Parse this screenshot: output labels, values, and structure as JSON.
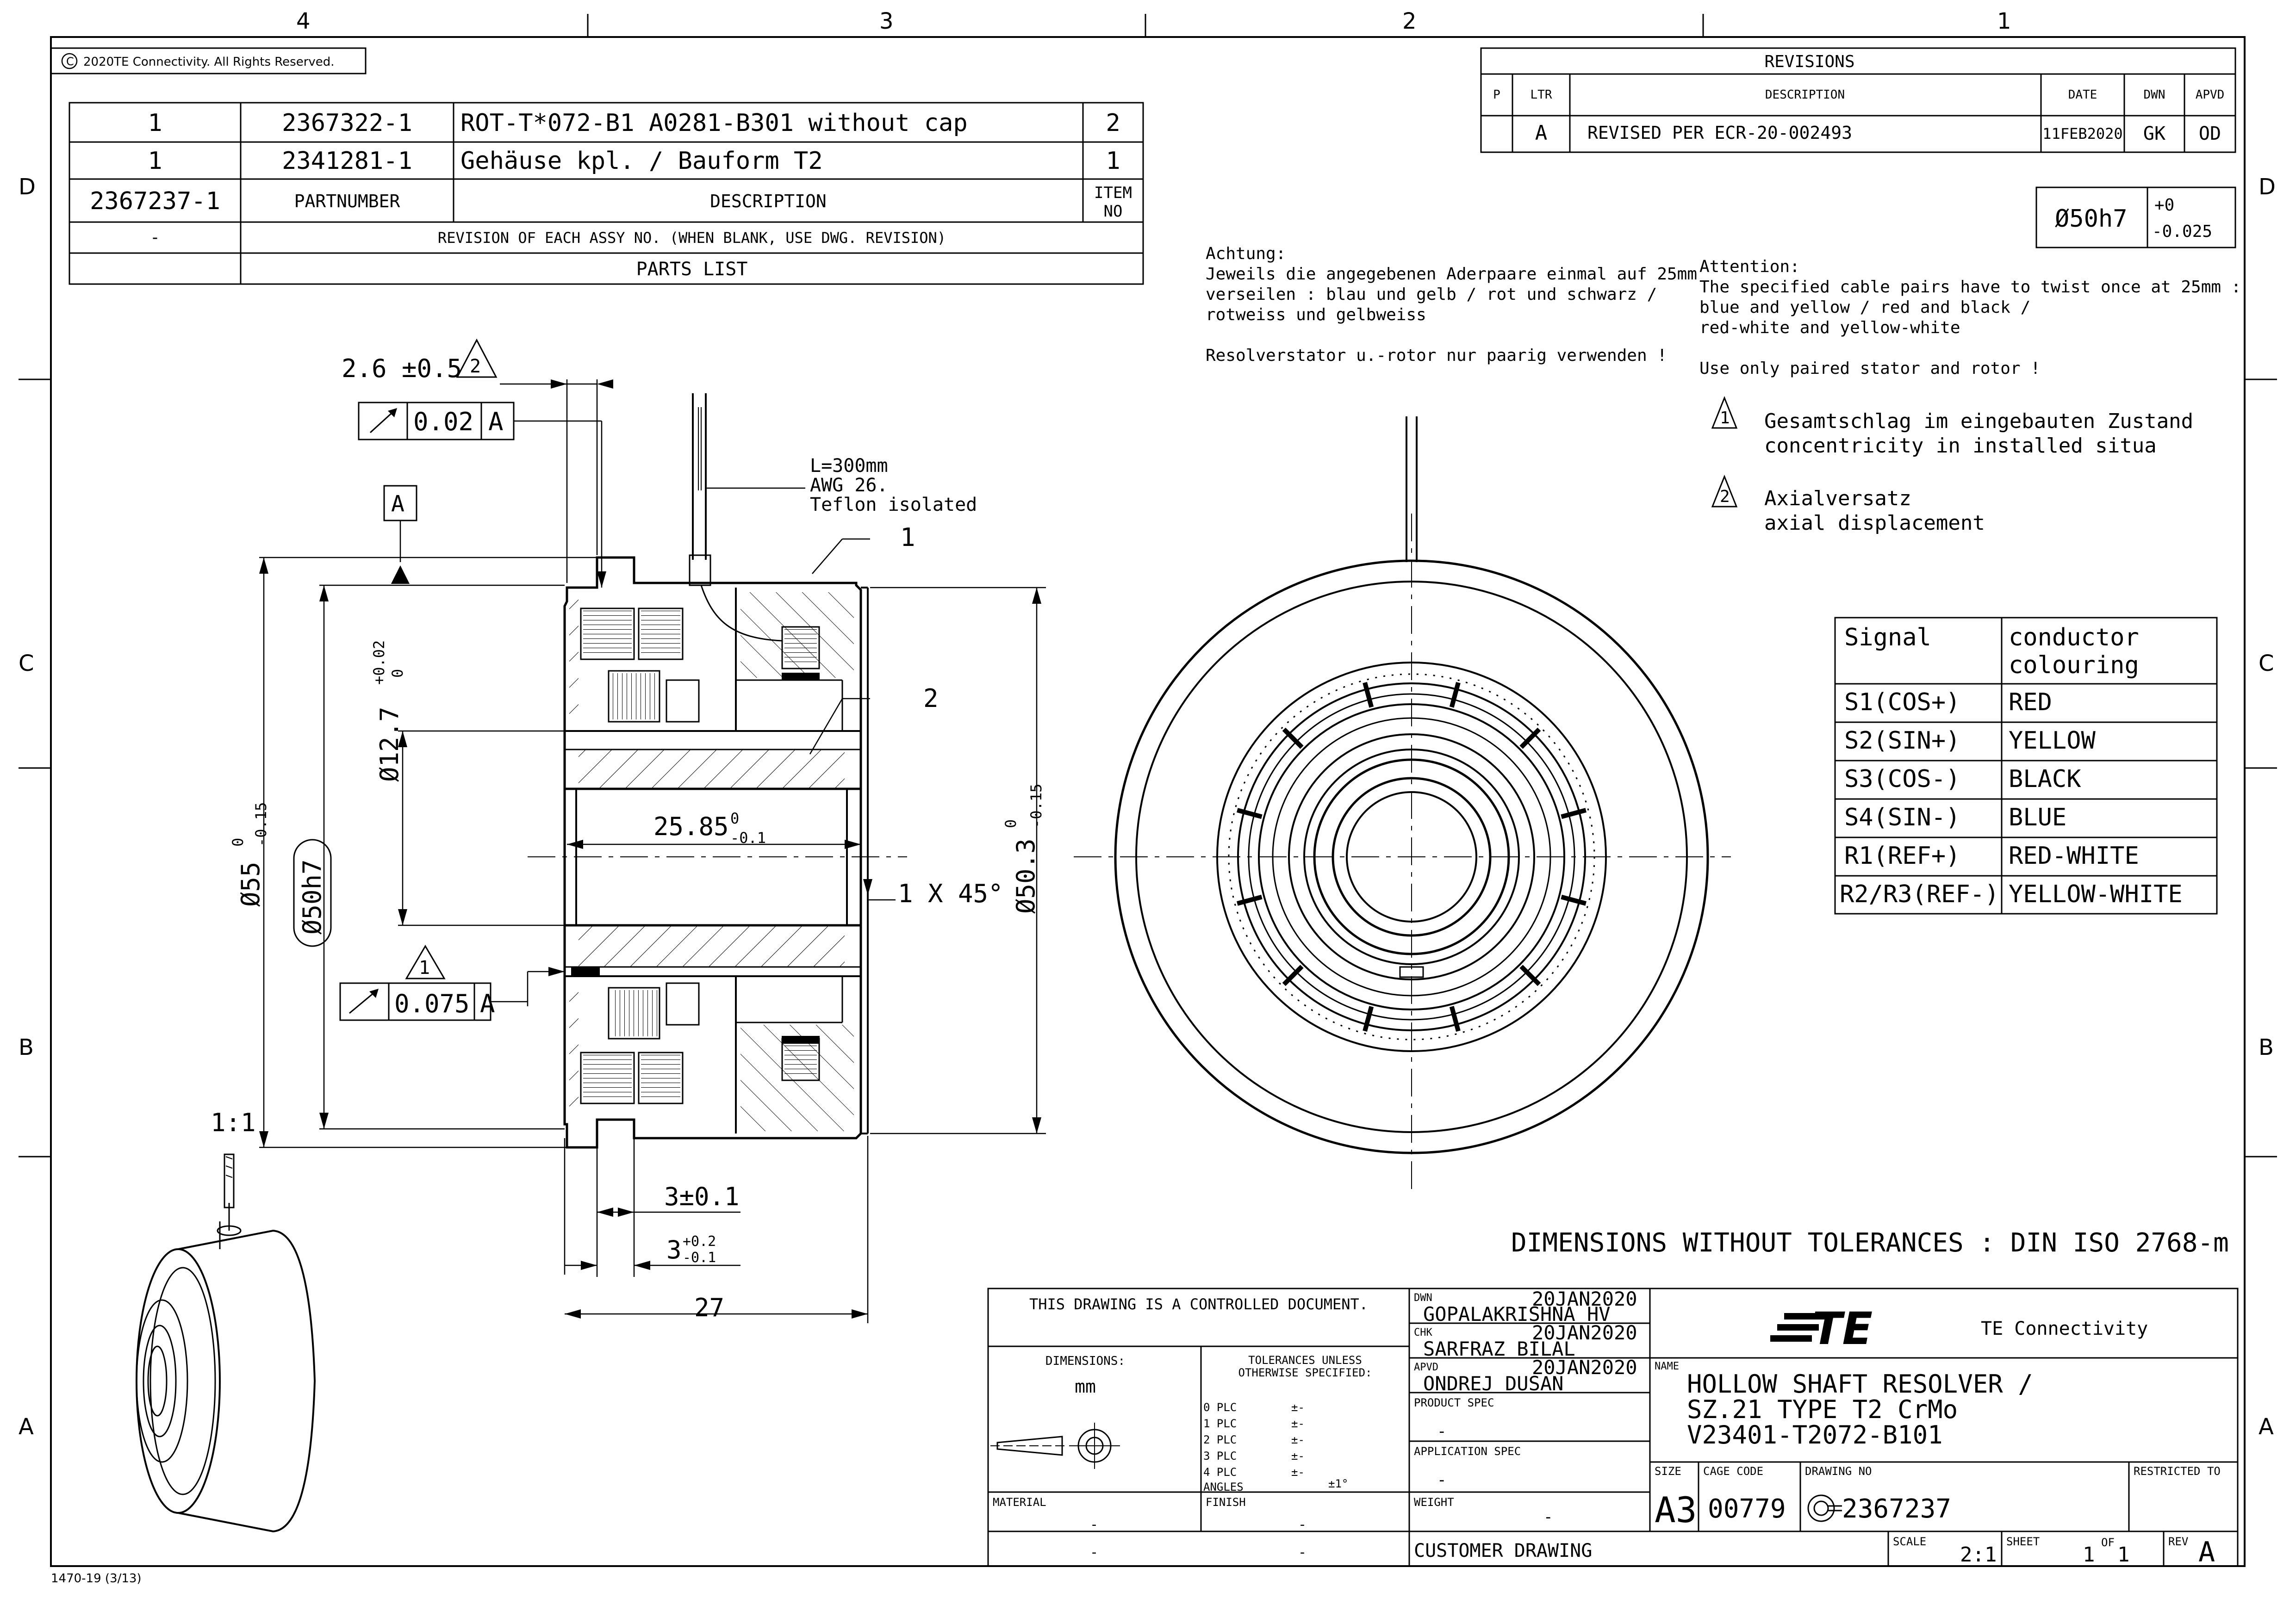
{
  "zones": {
    "columns": [
      "4",
      "3",
      "2",
      "1"
    ],
    "rows": [
      "D",
      "C",
      "B",
      "A"
    ]
  },
  "copyright": "2020TE Connectivity. All Rights Reserved.",
  "form_number": "1470-19 (3/13)",
  "parts_list": {
    "rows": [
      {
        "qty": "1",
        "partnumber": "2367322-1",
        "description": "ROT-T*072-B1 A0281-B301 without cap",
        "item": "2"
      },
      {
        "qty": "1",
        "partnumber": "2341281-1",
        "description": "Gehäuse kpl. / Bauform T2",
        "item": "1"
      }
    ],
    "assy_no": "2367237-1",
    "partnumber_header": "PARTNUMBER",
    "description_header": "DESCRIPTION",
    "item_header": "ITEM NO",
    "rev_dash": "-",
    "rev_note": "REVISION OF EACH ASSY NO. (WHEN BLANK, USE DWG. REVISION)",
    "title": "PARTS LIST"
  },
  "revisions": {
    "title": "REVISIONS",
    "headers": {
      "p": "P",
      "ltr": "LTR",
      "description": "DESCRIPTION",
      "date": "DATE",
      "dwn": "DWN",
      "apvd": "APVD"
    },
    "row": {
      "ltr": "A",
      "description": "REVISED PER ECR-20-002493",
      "date": "11FEB2020",
      "dwn": "GK",
      "apvd": "OD"
    }
  },
  "fit_box": {
    "dia": "Ø50h7",
    "upper": "+0",
    "lower": "-0.025"
  },
  "notes": {
    "de": [
      "Achtung:",
      "Jeweils die angegebenen Aderpaare einmal auf 25mm",
      "verseilen : blau und gelb / rot und schwarz /",
      "rotweiss und gelbweiss",
      "",
      "Resolverstator u.-rotor nur paarig verwenden !"
    ],
    "en": [
      "Attention:",
      "The specified cable pairs have to twist once at 25mm :",
      "blue and yellow / red and black /",
      "red-white and yellow-white",
      "",
      "Use only paired stator and rotor !"
    ],
    "note1_num": "1",
    "note1": [
      "Gesamtschlag im eingebauten Zustand",
      "concentricity in installed situa"
    ],
    "note2_num": "2",
    "note2": [
      "Axialversatz",
      "axial displacement"
    ]
  },
  "signal_table": {
    "header": [
      "Signal",
      "conductor colouring"
    ],
    "rows": [
      [
        "S1(COS+)",
        "RED"
      ],
      [
        "S2(SIN+)",
        "YELLOW"
      ],
      [
        "S3(COS-)",
        "BLACK"
      ],
      [
        "S4(SIN-)",
        "BLUE"
      ],
      [
        "R1(REF+)",
        "RED-WHITE"
      ],
      [
        "R2/R3(REF-)",
        "YELLOW-WHITE"
      ]
    ]
  },
  "dims": {
    "d1": "2.6 ±0.5",
    "d1_note": "2",
    "fcf1_val": "0.02",
    "fcf1_datum": "A",
    "datum": "A",
    "cable1": "L=300mm",
    "cable2": "AWG 26.",
    "cable3": "Teflon isolated",
    "callout1": "1",
    "callout2": "2",
    "bore_dia": "Ø12.7",
    "bore_tol_up": "+0.02",
    "bore_tol_lo": "0",
    "len": "25.85",
    "len_tol_up": "0",
    "len_tol_lo": "-0.1",
    "chamfer": "1 X 45°",
    "od55": "Ø55",
    "od55_tol_up": "0",
    "od55_tol_lo": "-0.15",
    "od50": "Ø50h7",
    "od503": "Ø50.3",
    "od503_tol_up": "0",
    "od503_tol_lo": "-0.15",
    "fcf2_note": "1",
    "fcf2_val": "0.075",
    "fcf2_datum": "A",
    "w3": "3±0.1",
    "w3b": "3",
    "w3b_up": "+0.2",
    "w3b_lo": "-0.1",
    "w27": "27",
    "scale_view": "1:1",
    "tolerance_note": "DIMENSIONS WITHOUT TOLERANCES : DIN ISO 2768-m"
  },
  "title_block": {
    "controlled": "THIS DRAWING IS A CONTROLLED DOCUMENT.",
    "dimensions_label": "DIMENSIONS:",
    "dimensions_unit": "mm",
    "tol_label": "TOLERANCES UNLESS OTHERWISE SPECIFIED:",
    "tol_rows": [
      "0 PLC",
      "1 PLC",
      "2 PLC",
      "3 PLC",
      "4 PLC",
      "ANGLES"
    ],
    "tol_vals": [
      "±-",
      "±-",
      "±-",
      "±-",
      "±-",
      "±1°"
    ],
    "material_label": "MATERIAL",
    "material_1": "-",
    "material_2": "-",
    "finish_label": "FINISH",
    "finish_1": "-",
    "finish_2": "-",
    "dwn_label": "DWN",
    "dwn_date": "20JAN2020",
    "dwn_name": "GOPALAKRISHNA HV",
    "chk_label": "CHK",
    "chk_date": "20JAN2020",
    "chk_name": "SARFRAZ BILAL",
    "apvd_label": "APVD",
    "apvd_date": "20JAN2020",
    "apvd_name": "ONDREJ DUSAN",
    "product_spec_label": "PRODUCT SPEC",
    "product_spec": "-",
    "application_spec_label": "APPLICATION SPEC",
    "application_spec": "-",
    "weight_label": "WEIGHT",
    "weight": "-",
    "customer_drawing": "CUSTOMER DRAWING",
    "company": "TE Connectivity",
    "logo_text": "TE",
    "name_label": "NAME",
    "name_lines": [
      "HOLLOW SHAFT RESOLVER /",
      "SZ.21 TYPE T2 CrMo",
      "V23401-T2072-B101"
    ],
    "size_label": "SIZE",
    "size": "A3",
    "cage_label": "CAGE CODE",
    "cage": "00779",
    "dwgno_label": "DRAWING NO",
    "dwgno": "2367237",
    "restricted_label": "RESTRICTED TO",
    "scale_label": "SCALE",
    "scale": "2:1",
    "sheet_label": "SHEET",
    "sheet": "1",
    "of_label": "OF",
    "of": "1",
    "rev_label": "REV",
    "rev": "A"
  }
}
